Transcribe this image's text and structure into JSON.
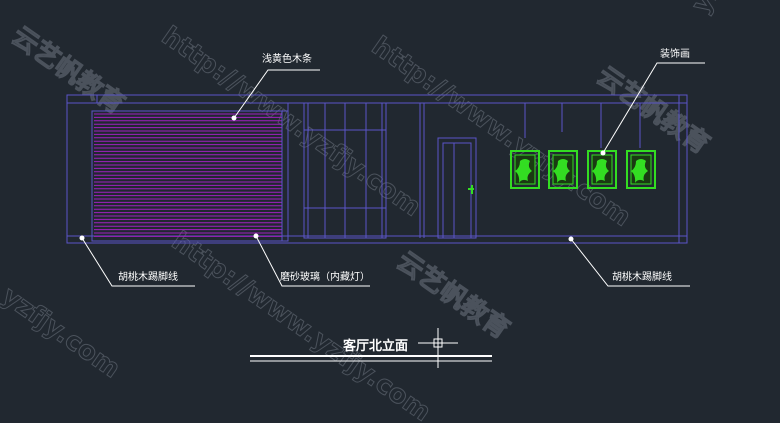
{
  "drawing": {
    "title": "客厅北立面",
    "labels": {
      "wood_strips": "浅黄色木条",
      "paintings": "装饰画",
      "baseboard_left": "胡桃木踢脚线",
      "frosted_glass": "磨砂玻璃（内藏灯）",
      "baseboard_right": "胡桃木踢脚线"
    },
    "watermarks": {
      "url": "http://www.yzfjy.com",
      "brand": "云艺帆教育",
      "url_short": "yzfjy.com"
    }
  },
  "colors": {
    "background": "#212830",
    "outline": "#5b55c8",
    "wood_strip": "#a020c0",
    "painting": "#33dd22",
    "leader": "#ffffff",
    "watermark": "#6e7680"
  }
}
